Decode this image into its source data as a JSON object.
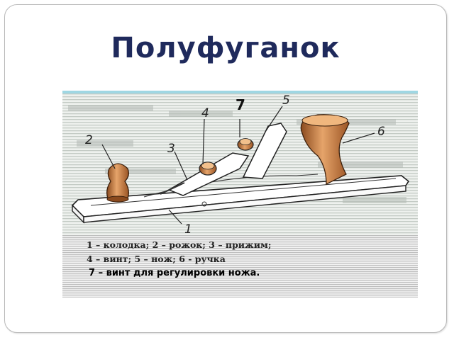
{
  "slide": {
    "title": "Полуфуганок"
  },
  "figure": {
    "callouts": [
      "1",
      "2",
      "3",
      "4",
      "5",
      "6"
    ],
    "highlight_callout": "7",
    "legend_lines": [
      "1 – колодка; 2 – рожок; 3 – прижим;",
      "4 – винт; 5 – нож; 6 - ручка"
    ],
    "note": "7 – винт для регулировки ножа."
  }
}
